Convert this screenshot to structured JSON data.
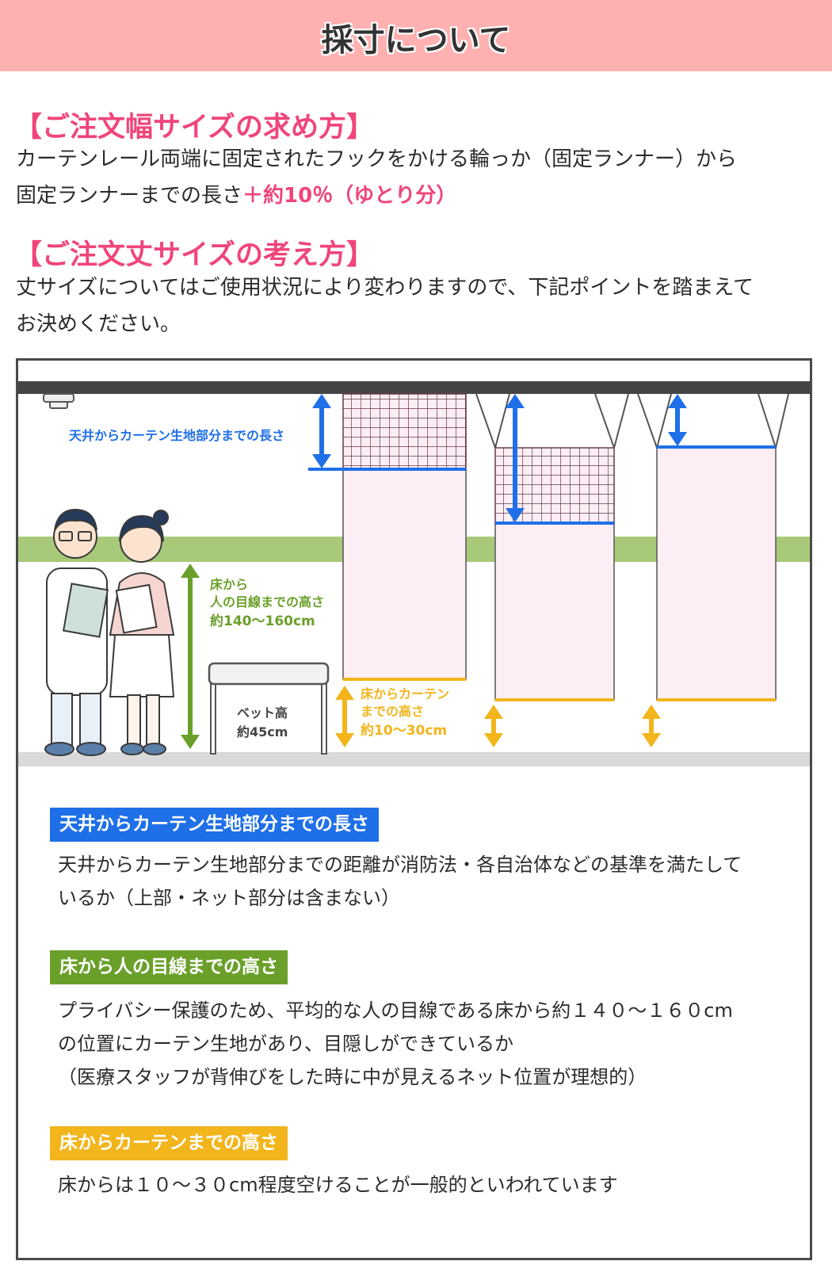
{
  "header": {
    "title": "採寸について"
  },
  "width_section": {
    "heading": "【ご注文幅サイズの求め方】",
    "line1": "カーテンレール両端に固定されたフックをかける輪っか（固定ランナー）から",
    "line2_prefix": "固定ランナーまでの長さ",
    "line2_accent": "＋約10％（ゆとり分）"
  },
  "length_section": {
    "heading": "【ご注文丈サイズの考え方】",
    "line1": "丈サイズについてはご使用状況により変わりますので、下記ポイントを踏まえて",
    "line2": "お決めください。"
  },
  "diagram": {
    "ceiling_label": "天井からカーテン生地部分までの長さ",
    "eye_label_1": "床から",
    "eye_label_2": "人の目線までの高さ",
    "eye_label_3": "約140～160cm",
    "bed_label_1": "ベット高",
    "bed_label_2": "約45cm",
    "floor_label_1": "床からカーテン",
    "floor_label_2": "までの高さ",
    "floor_label_3": "約10～30cm",
    "colors": {
      "blue": "#1f6fe8",
      "green": "#6aa02a",
      "yellow": "#f2b51c",
      "wall_band": "#a9c97a"
    }
  },
  "legend": {
    "items": [
      {
        "tag": "天井からカーテン生地部分までの長さ",
        "color": "#1f6fe8",
        "lines": [
          "天井からカーテン生地部分までの距離が消防法・各自治体などの基準を満たして",
          "いるか（上部・ネット部分は含まない）"
        ]
      },
      {
        "tag": "床から人の目線までの高さ",
        "color": "#6aa02a",
        "lines": [
          "プライバシー保護のため、平均的な人の目線である床から約１４０～１６０cm",
          "の位置にカーテン生地があり、目隠しができているか",
          "（医療スタッフが背伸びをした時に中が見えるネット位置が理想的）"
        ]
      },
      {
        "tag": "床からカーテンまでの高さ",
        "color": "#f2b51c",
        "lines": [
          "床からは１０～３０cm程度空けることが一般的といわれています"
        ]
      }
    ]
  }
}
